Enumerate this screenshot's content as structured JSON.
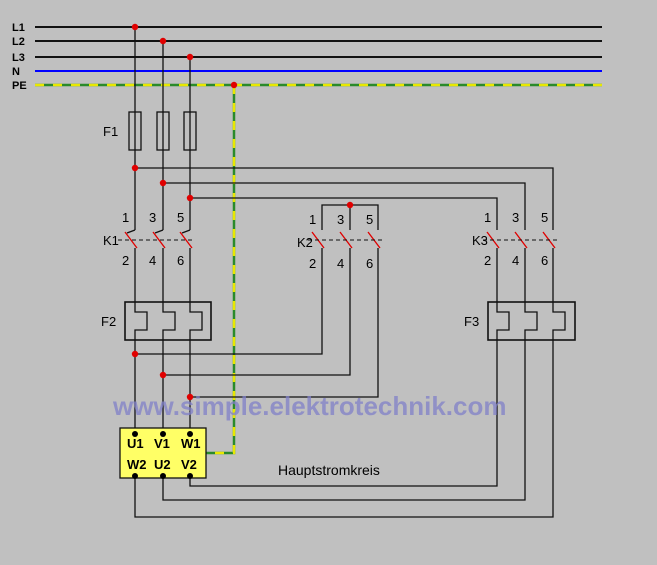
{
  "bus_labels": {
    "l1": "L1",
    "l2": "L2",
    "l3": "L3",
    "n": "N",
    "pe": "PE"
  },
  "components": {
    "f1": "F1",
    "f2": "F2",
    "f3": "F3",
    "k1": "K1",
    "k2": "K2",
    "k3": "K3"
  },
  "terminals": {
    "top": [
      "1",
      "3",
      "5"
    ],
    "bottom": [
      "2",
      "4",
      "6"
    ]
  },
  "motor": {
    "top": [
      "U1",
      "V1",
      "W1"
    ],
    "bottom": [
      "W2",
      "U2",
      "V2"
    ]
  },
  "watermark": "www.simple.elektrotechnik.com",
  "caption": "Hauptstromkreis",
  "colors": {
    "background": "#c0c0c0",
    "wire": "#111111",
    "neutral": "#0000ff",
    "pe_green": "#2a8a2a",
    "pe_yellow": "#e8e800",
    "junction": "#e00000",
    "motor_fill": "#ffff66"
  }
}
